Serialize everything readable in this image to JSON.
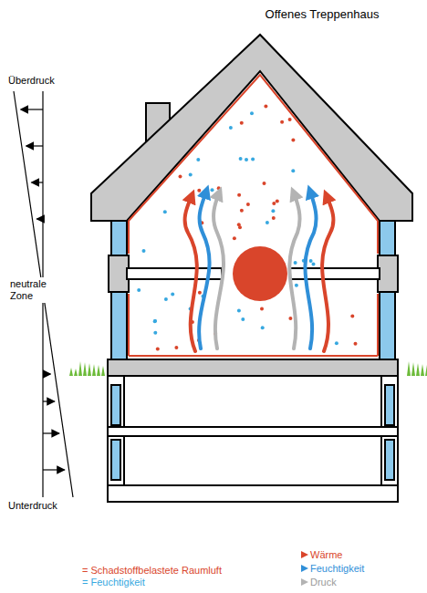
{
  "diagram": {
    "title": "Offenes Treppenhaus",
    "labels": [
      "Überdruck",
      "neutrale Zone",
      "Unterdruck"
    ],
    "legend": [
      {
        "text": "= Schadstoffbelastete Raumluft",
        "color": "#d9452b"
      },
      {
        "text": "= Feuchtigkeit",
        "color": "#37a8e0"
      },
      {
        "text": "Wärme"
      },
      {
        "text": "Feuchtigkeit"
      },
      {
        "text": "Druck"
      }
    ]
  }
}
